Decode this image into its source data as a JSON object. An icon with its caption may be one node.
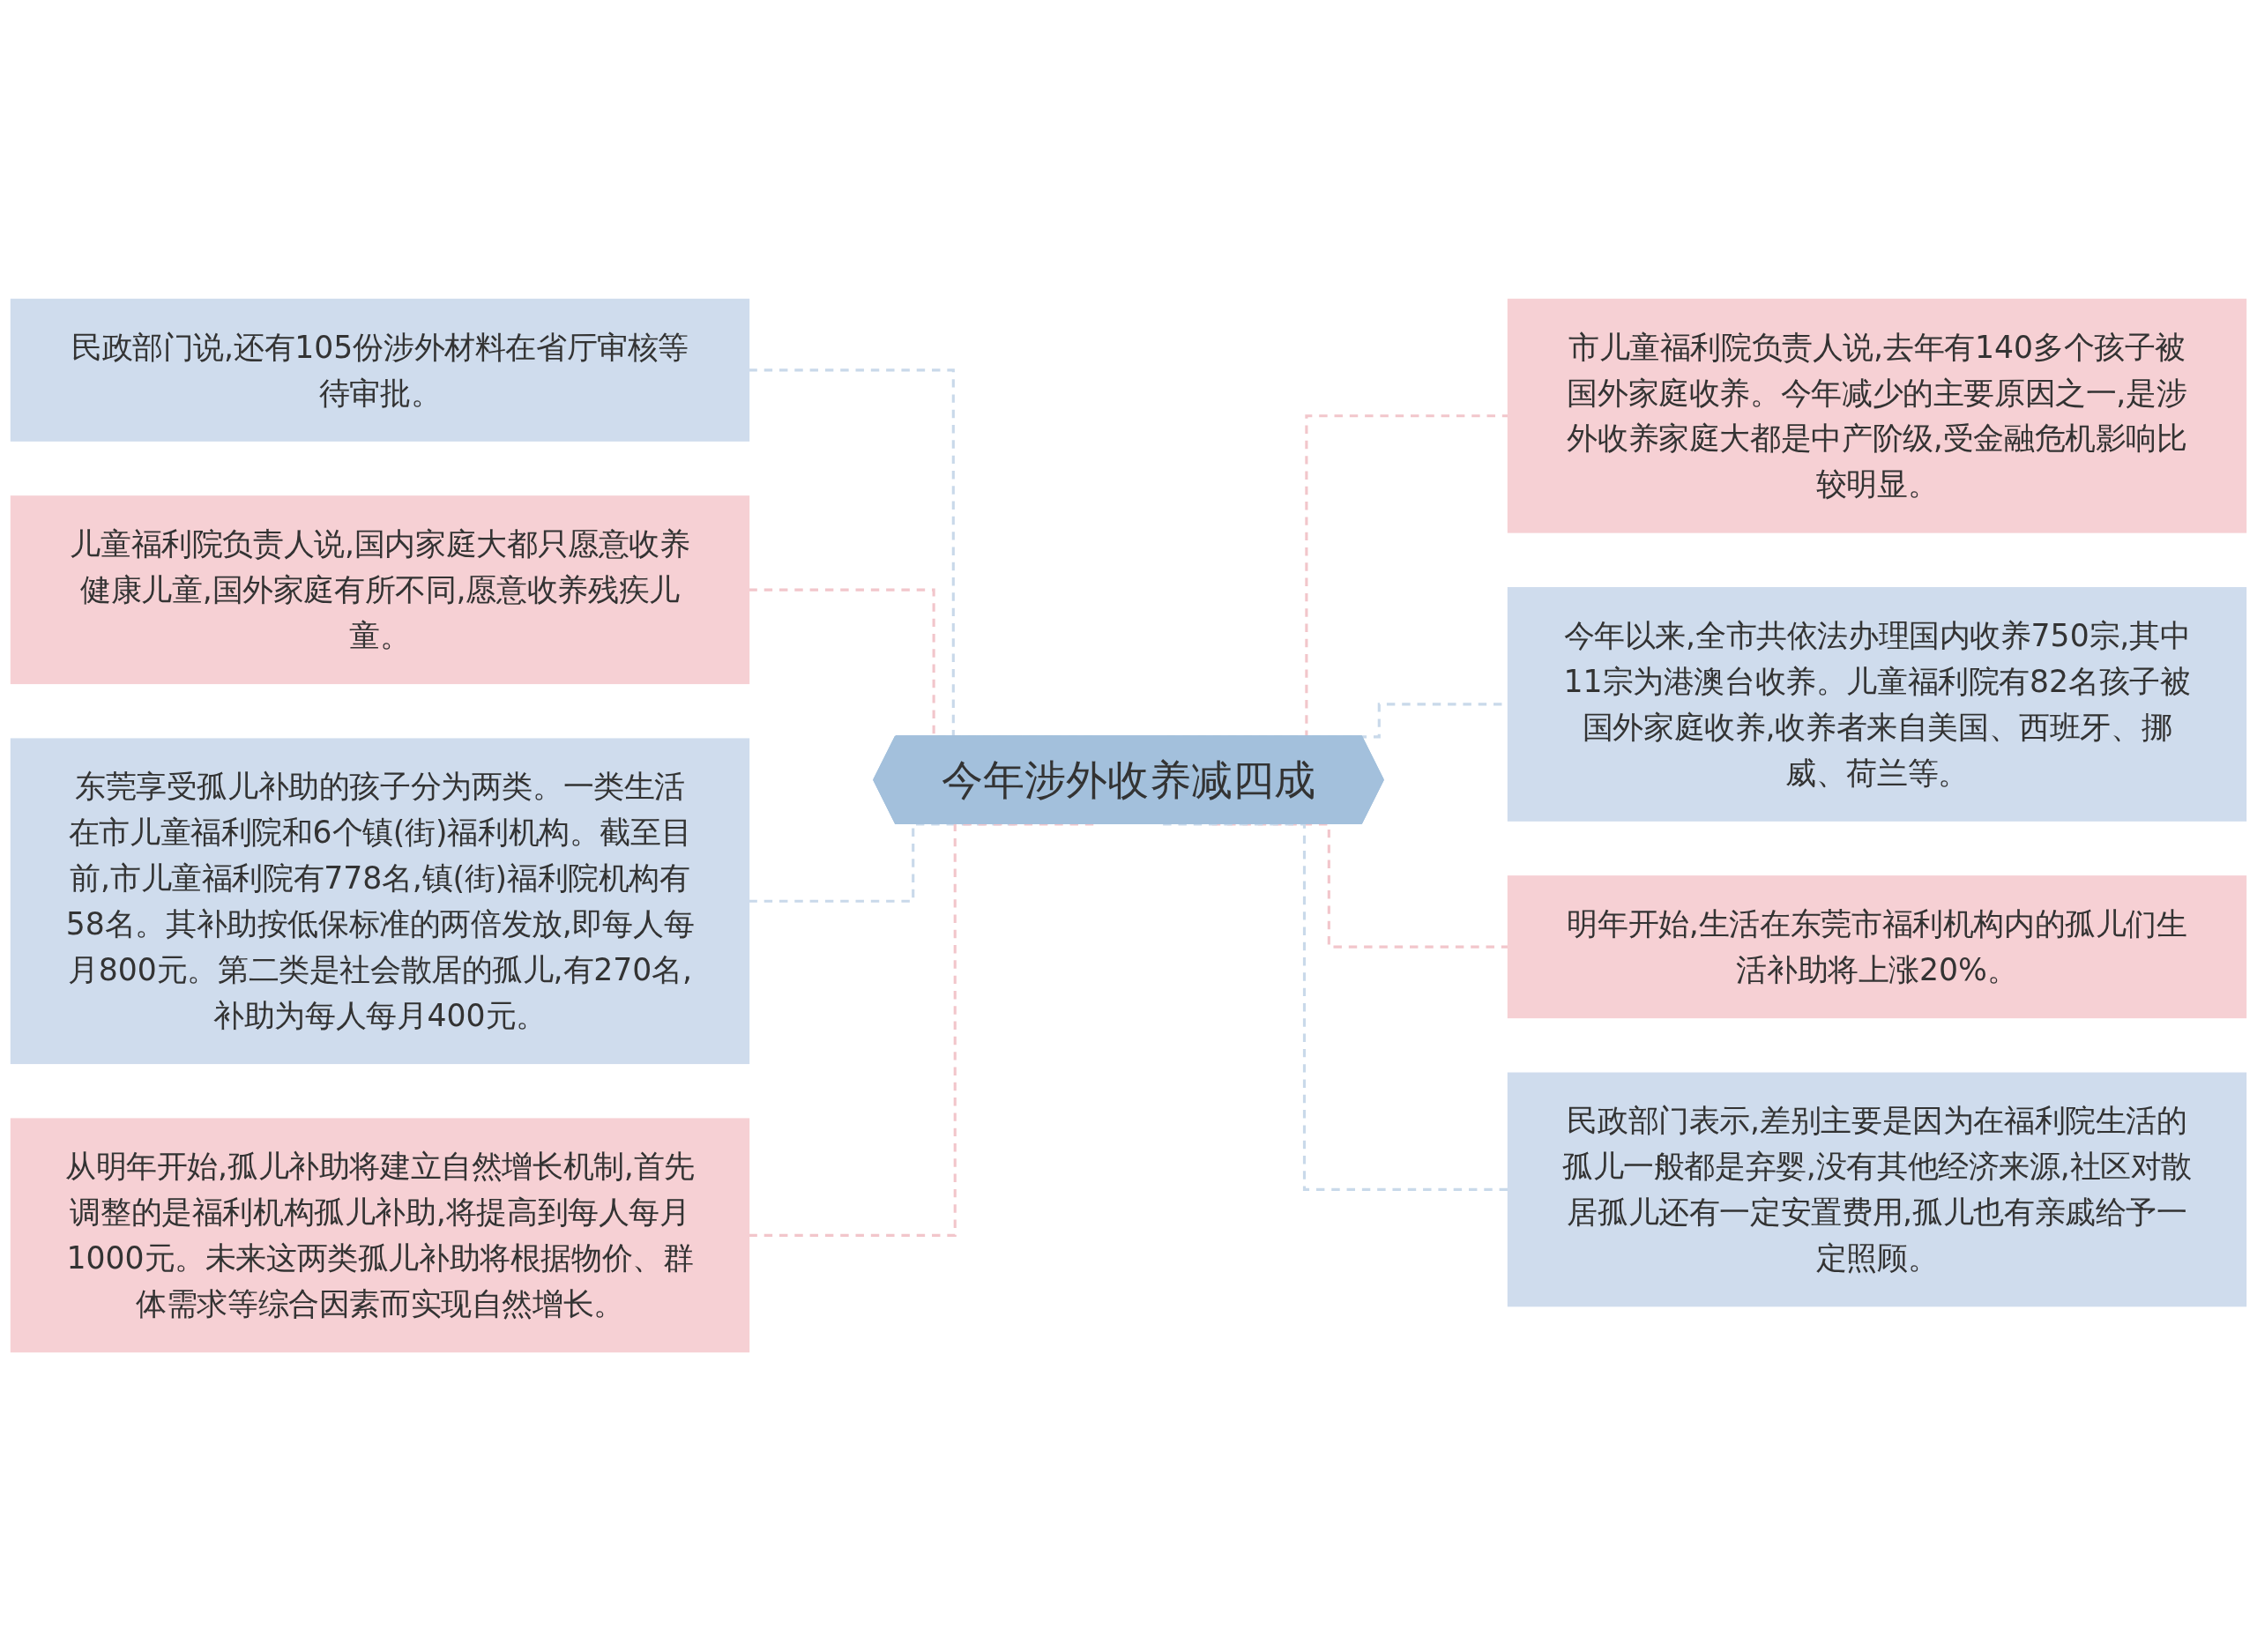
{
  "diagram": {
    "nodes": [
      {
        "text": [
          "今年涉外收养减四成"
        ]
      },
      {
        "text": [
          "民政部门说,还有105份涉外材料在省厅审核等待审批。"
        ]
      },
      {
        "text": [
          "儿童福利院负责人说,国内家庭大都只愿意收养健康儿童,国外家庭有所不同,愿意收养残疾儿童。"
        ]
      },
      {
        "text": [
          "东莞享受孤儿补助的孩子分为两类。一类生活在市儿童福利院和6个镇(街)福利机构。截至目前,市儿童福利院有778名,镇(街)福利院机构有58名。其补助按低保标准的两倍发放,即每人每月800元。第二类是社会散居的孤儿,有270名,补助为每人每月400元。"
        ]
      },
      {
        "text": [
          "从明年开始,孤儿补助将建立自然增长机制,首先调整的是福利机构孤儿补助,将提高到每人每月1000元。未来这两类孤儿补助将根据物价、群体需求等综合因素而实现自然增长。"
        ]
      },
      {
        "text": [
          "市儿童福利院负责人说,去年有140多个孩子被国外家庭收养。今年减少的主要原因之一,是涉外收养家庭大都是中产阶级,受金融危机影响比较明显。"
        ]
      },
      {
        "text": [
          "今年以来,全市共依法办理国内收养750宗,其中11宗为港澳台收养。儿童福利院有82名孩子被国外家庭收养,收养者来自美国、西班牙、挪威、荷兰等。"
        ]
      },
      {
        "text": [
          "明年开始,生活在东莞市福利机构内的孤儿们生活补助将上涨20%。"
        ]
      },
      {
        "text": [
          "民政部门表示,差别主要是因为在福利院生活的孤儿一般都是弃婴,没有其他经济来源,社区对散居孤儿还有一定安置费用,孤儿也有亲戚给予一定照顾。"
        ]
      }
    ],
    "edges": [
      {
        "from": 1,
        "to": 0,
        "arrow": "none",
        "style": "dashed",
        "color": "#c9d9ea"
      },
      {
        "from": 2,
        "to": 0,
        "arrow": "none",
        "style": "dashed",
        "color": "#f2c6cb"
      },
      {
        "from": 3,
        "to": 0,
        "arrow": "none",
        "style": "dashed",
        "color": "#c9d9ea"
      },
      {
        "from": 4,
        "to": 0,
        "arrow": "none",
        "style": "dashed",
        "color": "#f2c6cb"
      },
      {
        "from": 0,
        "to": 5,
        "arrow": "none",
        "style": "dashed",
        "color": "#f2c6cb"
      },
      {
        "from": 0,
        "to": 6,
        "arrow": "none",
        "style": "dashed",
        "color": "#c9d9ea"
      },
      {
        "from": 0,
        "to": 7,
        "arrow": "none",
        "style": "dashed",
        "color": "#f2c6cb"
      },
      {
        "from": 0,
        "to": 8,
        "arrow": "none",
        "style": "dashed",
        "color": "#c9d9ea"
      }
    ]
  }
}
